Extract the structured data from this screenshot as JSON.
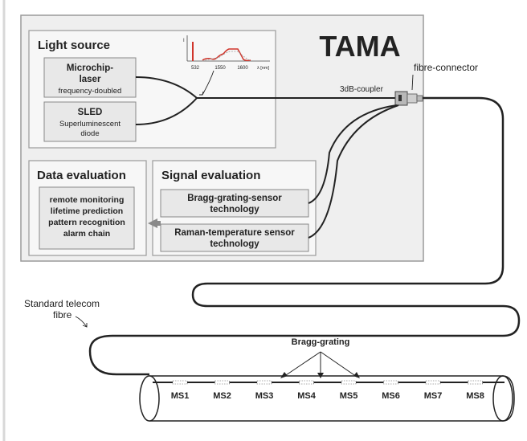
{
  "title": "TAMA",
  "light_source": {
    "heading": "Light source",
    "laser": {
      "name_line1": "Microchip-",
      "name_line2": "laser",
      "sub": "frequency-doubled"
    },
    "sled": {
      "name": "SLED",
      "sub_line1": "Superluminescent",
      "sub_line2": "diode"
    },
    "spectrum": {
      "y_label": "I",
      "x_label": "λ [nm]",
      "ticks": [
        "532",
        "1550",
        "1600"
      ]
    }
  },
  "coupler_label": "3dB-coupler",
  "connector_label": "fibre-connector",
  "data_evaluation": {
    "heading": "Data evaluation",
    "items": [
      "remote monitoring",
      "lifetime prediction",
      "pattern recognition",
      "alarm chain"
    ]
  },
  "signal_evaluation": {
    "heading": "Signal evaluation",
    "bragg_line1": "Bragg-grating-sensor",
    "bragg_line2": "technology",
    "raman_line1": "Raman-temperature sensor",
    "raman_line2": "technology"
  },
  "fibre_label_line1": "Standard telecom",
  "fibre_label_line2": "fibre",
  "bragg_grating_label": "Bragg-grating",
  "sensors": [
    "MS1",
    "MS2",
    "MS3",
    "MS4",
    "MS5",
    "MS6",
    "MS7",
    "MS8"
  ],
  "colors": {
    "box_bg": "#efefef",
    "box_border": "#9a9a9a",
    "fibre": "#222222",
    "spectrum_red": "#d0352b",
    "spectrum_grey": "#9a9a9a"
  }
}
